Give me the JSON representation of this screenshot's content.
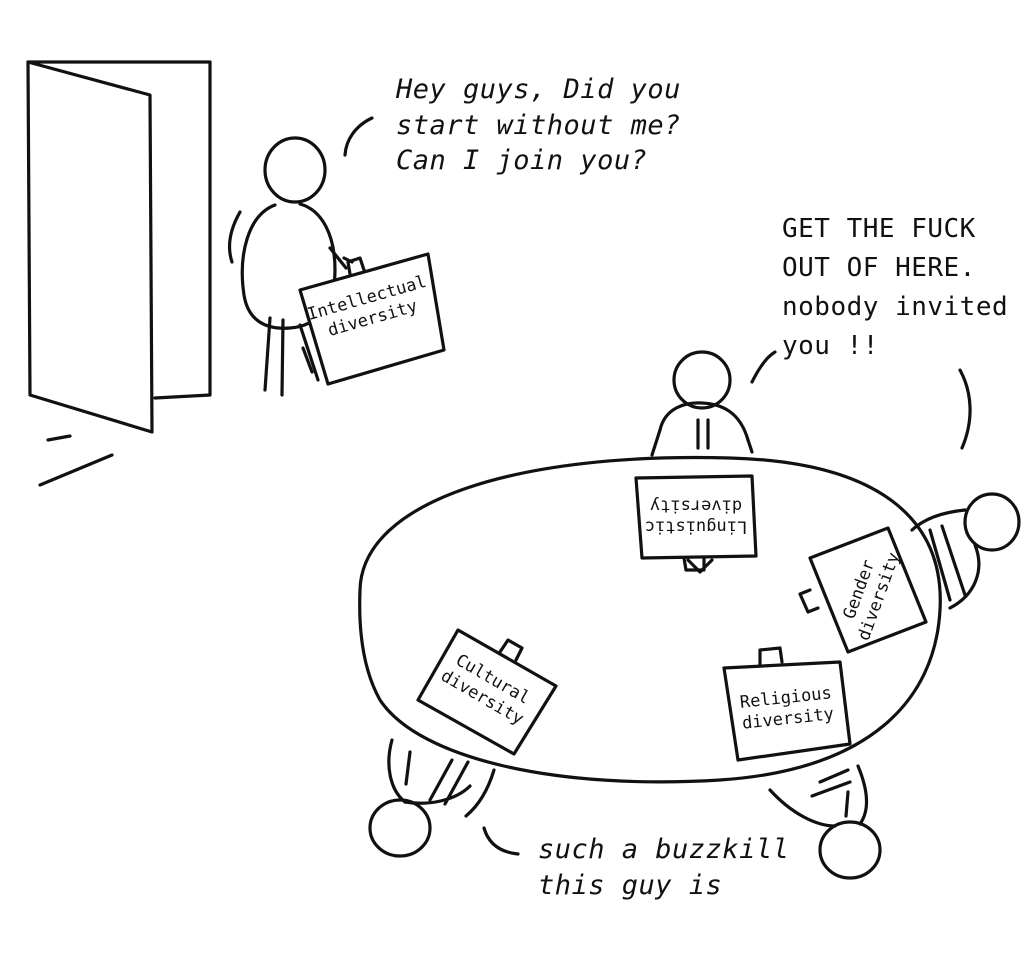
{
  "speech": {
    "newcomer": "Hey guys, Did you\nstart without me?\nCan I join you?",
    "table_reply": "GET THE FUCK\nOUT OF HERE.\nnobody invited\nyou !!",
    "bottom_reply": "such a buzzkill\nthis guy is"
  },
  "signs": {
    "intellectual": "Intellectual\ndiversity",
    "linguistic": "Linguistic\ndiversity",
    "gender": "Gender\ndiversity",
    "religious": "Religious\ndiversity",
    "cultural": "Cultural\ndiversity"
  },
  "colors": {
    "ink": "#111111",
    "paper": "#ffffff"
  }
}
